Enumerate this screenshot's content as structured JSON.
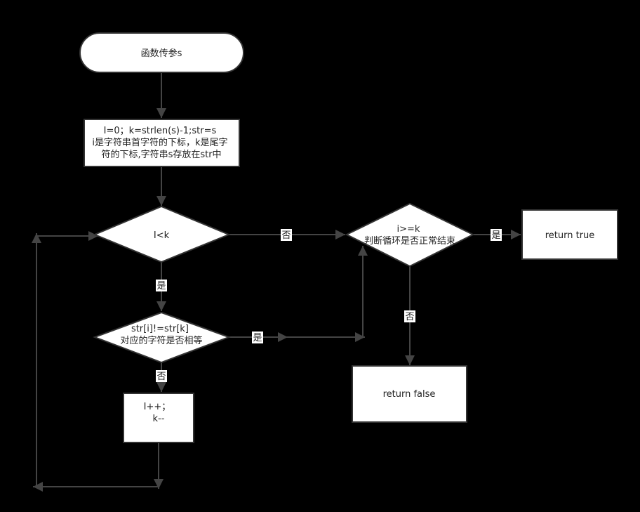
{
  "nodes": {
    "start": [
      "函数传参s"
    ],
    "init": [
      "I=0；k=strlen(s)-1;str=s",
      "i是字符串首字符的下标，k是尾字",
      "符的下标,字符串s存放在str中"
    ],
    "cond1": [
      "I<k"
    ],
    "cond2": [
      "str[i]!=str[k]",
      "对应的字符是否相等"
    ],
    "step": [
      "I++；",
      "k--"
    ],
    "cond3": [
      "i>=k",
      "判断循环是否正常结束"
    ],
    "ret_true": [
      "return true"
    ],
    "ret_false": [
      "return false"
    ]
  },
  "edge_labels": {
    "cond1_no": "否",
    "cond1_yes": "是",
    "cond2_yes": "是",
    "cond2_no": "否",
    "cond3_yes": "是",
    "cond3_no": "否"
  }
}
